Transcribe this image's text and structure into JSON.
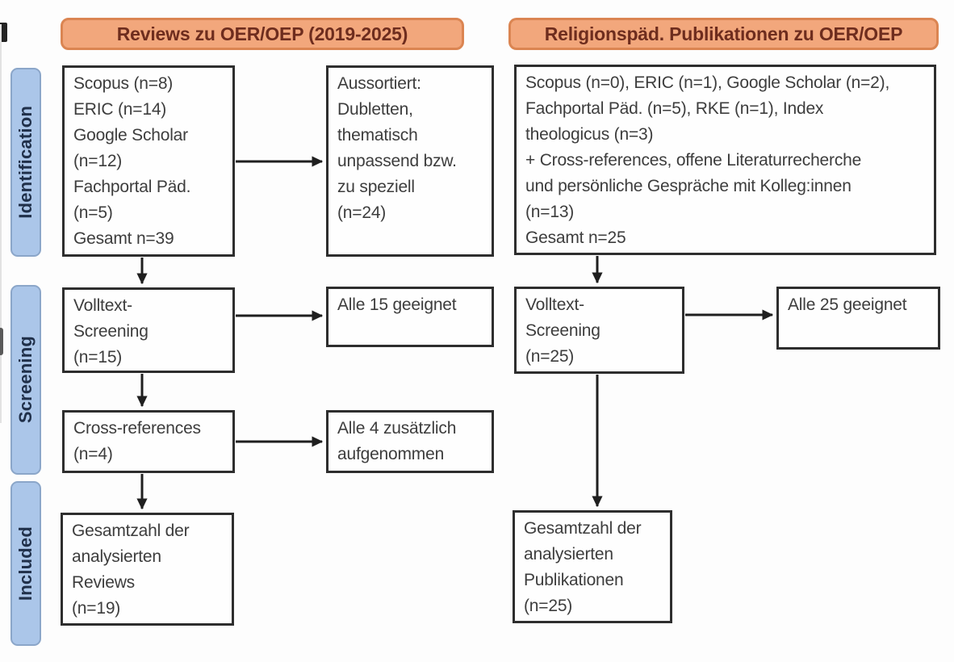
{
  "diagram": {
    "headers": {
      "left": "Reviews zu OER/OEP (2019-2025)",
      "right": "Religionspäd. Publikationen zu OER/OEP"
    },
    "stages": {
      "identification": "Identification",
      "screening": "Screening",
      "included": "Included"
    },
    "left_column": {
      "identification_sources": [
        "Scopus (n=8)",
        "ERIC (n=14)",
        "Google Scholar",
        "(n=12)",
        "Fachportal Päd.",
        "(n=5)",
        "Gesamt n=39"
      ],
      "excluded": [
        "Aussortiert:",
        "Dubletten,",
        "thematisch",
        "unpassend bzw.",
        "zu speziell",
        "(n=24)"
      ],
      "fulltext_screening": [
        "Volltext-",
        "Screening",
        "(n=15)"
      ],
      "all_suitable": "Alle 15 geeignet",
      "cross_references": [
        "Cross-references",
        "(n=4)"
      ],
      "additionally_included": [
        "Alle 4 zusätzlich",
        "aufgenommen"
      ],
      "total": [
        "Gesamtzahl der",
        "analysierten",
        "Reviews",
        "(n=19)"
      ]
    },
    "right_column": {
      "identification_sources": [
        "Scopus (n=0), ERIC (n=1), Google Scholar (n=2),",
        "Fachportal Päd. (n=5), RKE (n=1), Index",
        "theologicus (n=3)",
        "+ Cross-references, offene Literaturrecherche",
        "und persönliche Gespräche mit Kolleg:innen",
        "(n=13)",
        "Gesamt n=25"
      ],
      "fulltext_screening": [
        "Volltext-",
        "Screening",
        "(n=25)"
      ],
      "all_suitable": "Alle 25 geeignet",
      "total": [
        "Gesamtzahl der",
        "analysierten",
        "Publikationen",
        "(n=25)"
      ]
    },
    "colors": {
      "page_bg": "#fdfdfd",
      "header_fill": "#f2a77c",
      "header_border": "#db8552",
      "header_text": "#6e2d1e",
      "stage_fill": "#abc6e9",
      "stage_border": "#8ba6c9",
      "stage_text": "#20304a",
      "box_border": "#2e2e2e",
      "box_text": "#3d3d3d",
      "arrow": "#1f1f1f"
    }
  }
}
